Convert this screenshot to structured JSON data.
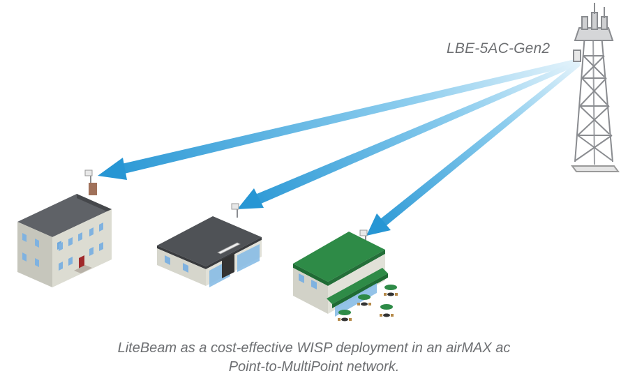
{
  "diagram": {
    "device_label": "LBE-5AC-Gen2",
    "caption_line1": "LiteBeam as a cost-effective WISP deployment in an airMAX ac",
    "caption_line2": "Point-to-MultiPoint network.",
    "nodes": [
      {
        "id": "tower",
        "kind": "base-station-tower"
      },
      {
        "id": "house",
        "kind": "residential-house"
      },
      {
        "id": "office",
        "kind": "small-office-building"
      },
      {
        "id": "cafe",
        "kind": "cafe-with-outdoor-seating"
      }
    ],
    "links": [
      {
        "from": "tower",
        "to": "house"
      },
      {
        "from": "tower",
        "to": "office"
      },
      {
        "from": "tower",
        "to": "cafe"
      }
    ],
    "colors": {
      "beam": "#2b9ad6",
      "beam_fade": "#d8eef9",
      "roof_gray": "#5b5e63",
      "roof_green": "#2e8b47",
      "wall": "#d9d9cf",
      "window": "#6fa8dc",
      "text": "#6d6f72"
    }
  }
}
